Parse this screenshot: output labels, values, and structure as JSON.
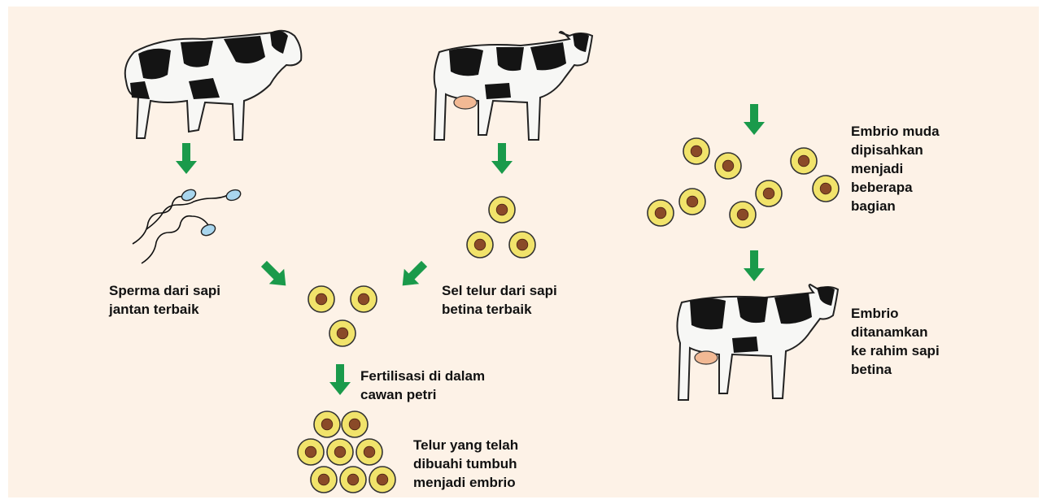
{
  "figure": {
    "labels": {
      "sperm": "Sperma dari sapi\njantan terbaik",
      "egg": "Sel telur dari sapi\nbetina terbaik",
      "fertilization": "Fertilisasi di dalam\ncawan petri",
      "embryo_growth": "Telur yang telah\ndibuahi tumbuh\nmenjadi embrio",
      "embryo_split": "Embrio muda\ndipisahkan\nmenjadi\nbeberapa\nbagian",
      "implant": "Embrio\nditanamkan\nke rahim sapi\nbetina"
    },
    "icons": [
      "bull-icon",
      "cow-icon",
      "sperm-icon",
      "egg-cell-icon",
      "arrow-icon"
    ],
    "colors": {
      "background": "#fdf2e7",
      "arrow": "#1a9a4b",
      "cell_fill": "#f1e36b",
      "cell_nucleus": "#8a4a28",
      "sperm_head": "#a9d6ee"
    }
  }
}
